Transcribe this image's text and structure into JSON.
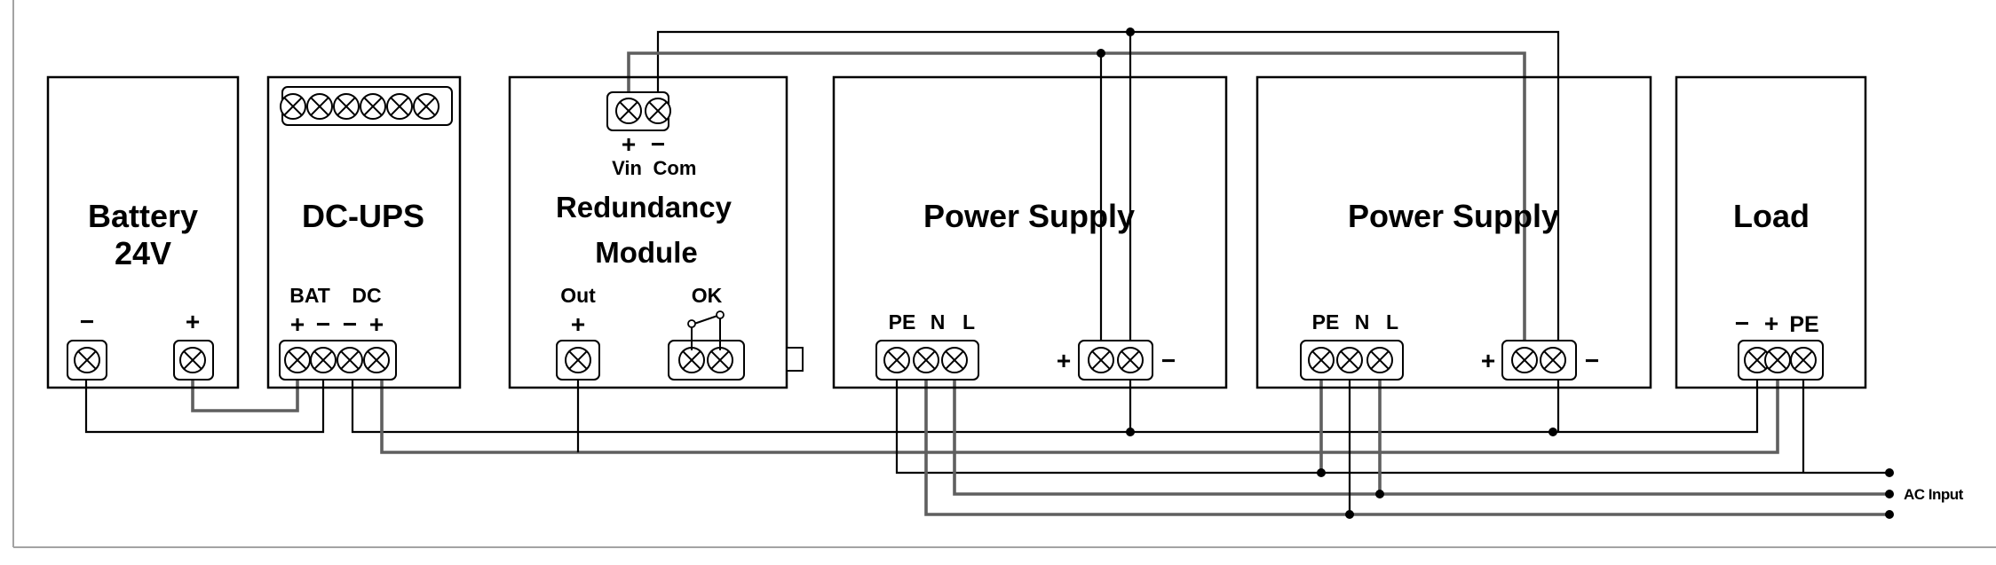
{
  "diagram": {
    "title": "DC-UPS with Redundancy Module wiring diagram",
    "modules": {
      "battery": {
        "title_line1": "Battery",
        "title_line2": "24V",
        "terminals": [
          "−",
          "+"
        ]
      },
      "dcups": {
        "title": "DC-UPS",
        "group_bat": "BAT",
        "group_dc": "DC",
        "terminals": [
          "+",
          "−",
          "−",
          "+"
        ],
        "top_strip_terminals": 6
      },
      "redundancy": {
        "title_line1": "Redundancy",
        "title_line2": "Module",
        "vin_sign": "+",
        "com_sign": "−",
        "vin_label": "Vin",
        "com_label": "Com",
        "out_label": "Out",
        "out_sign": "+",
        "ok_label": "OK"
      },
      "ps1": {
        "title": "Power Supply",
        "ac_labels": [
          "PE",
          "N",
          "L"
        ],
        "dc_plus": "+",
        "dc_minus": "−"
      },
      "ps2": {
        "title": "Power Supply",
        "ac_labels": [
          "PE",
          "N",
          "L"
        ],
        "dc_plus": "+",
        "dc_minus": "−"
      },
      "load": {
        "title": "Load",
        "labels": [
          "−",
          "+",
          "PE"
        ]
      }
    },
    "ac_input_label": "AC Input",
    "colors": {
      "wire_black": "#000000",
      "wire_gray": "#5f5f5f",
      "frame": "#a3a3a3"
    }
  }
}
